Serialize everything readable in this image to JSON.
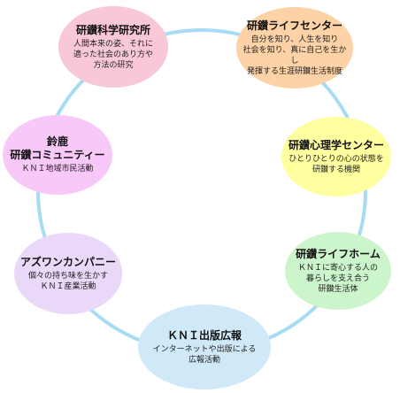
{
  "nodes": [
    {
      "id": "research-institute",
      "title": "研鑚科学研究所",
      "lines": [
        "人間本来の姿、それに",
        "適った社会のあり方や",
        "方法の研究"
      ],
      "color": "#f8c8d6"
    },
    {
      "id": "life-center",
      "title": "研鑚ライフセンター",
      "lines": [
        "自分を知り、人生を知り",
        "社会を知り、真に自己を生かし",
        "発揮する生涯研鑚生活制度"
      ],
      "color": "#fcd2a6"
    },
    {
      "id": "psychology-center",
      "title": "研鑚心理学センター",
      "lines": [
        "ひとりひとりの心の状態を",
        "研鑚する機関"
      ],
      "color": "#ffffa0"
    },
    {
      "id": "life-home",
      "title": "研鑚ライフホーム",
      "lines": [
        "ＫＮＩに寄心する人の",
        "暮らしを支え合う",
        "研鑚生活体"
      ],
      "color": "#ccf5cc"
    },
    {
      "id": "publishing",
      "title": "ＫＮＩ出版広報",
      "lines": [
        "インターネットや出版による",
        "広報活動"
      ],
      "color": "#cfe9f8"
    },
    {
      "id": "azwan-company",
      "title": "アズワンカンパニー",
      "lines": [
        "個々の持ち味を生かす",
        "ＫＮＩ産業活動"
      ],
      "color": "#ead8f8"
    },
    {
      "id": "suzuka-community",
      "title": "鈴鹿\n研鑚コミュニティー",
      "lines": [
        "ＫＮＩ地域市民活動"
      ],
      "color": "#f8c8f8"
    }
  ],
  "ring_color": "#a8dcf4"
}
